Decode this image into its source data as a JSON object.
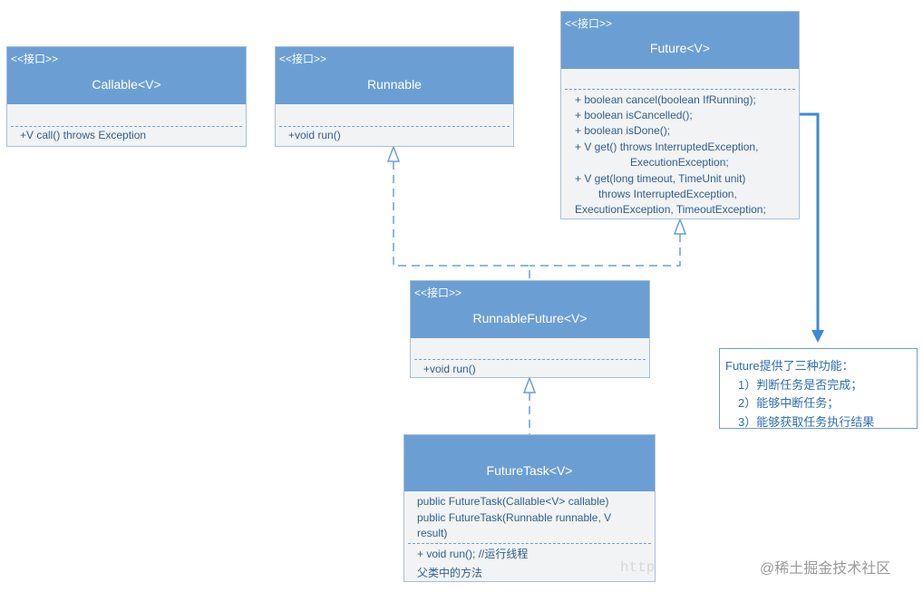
{
  "boxes": {
    "callable": {
      "stereotype": "<<接口>>",
      "title": "Callable<V>",
      "methods": [
        "+V call() throws Exception"
      ]
    },
    "runnable": {
      "stereotype": "<<接口>>",
      "title": "Runnable",
      "methods": [
        "+void run()"
      ]
    },
    "future": {
      "stereotype": "<<接口>>",
      "title": "Future<V>",
      "methods": [
        "+ boolean cancel(boolean IfRunning);",
        "+ boolean isCancelled();",
        "+ boolean isDone();",
        "+ V get() throws InterruptedException,",
        "ExecutionException;",
        "+ V get(long timeout, TimeUnit unit)",
        "throws InterruptedException,",
        "ExecutionException, TimeoutException;"
      ]
    },
    "runnablefuture": {
      "stereotype": "<<接口>>",
      "title": "RunnableFuture<V>",
      "methods": [
        "+void run()"
      ]
    },
    "futuretask": {
      "title": "FutureTask<V>",
      "constructors": [
        "public FutureTask(Callable<V> callable)",
        "public FutureTask(Runnable runnable, V",
        "result)"
      ],
      "methods": [
        "+ void run(); //运行线程",
        "父类中的方法"
      ]
    }
  },
  "note": {
    "lines": [
      "Future提供了三种功能：",
      "1）判断任务是否完成；",
      "2）能够中断任务；",
      "3）能够获取任务执行结果"
    ]
  },
  "watermark": {
    "site": "@稀土掘金技术社区",
    "faint": "http"
  },
  "colors": {
    "header": "#6b9fd4",
    "body": "#f2f3f4",
    "line": "#6b9fd4",
    "text": "#2e5f92"
  }
}
